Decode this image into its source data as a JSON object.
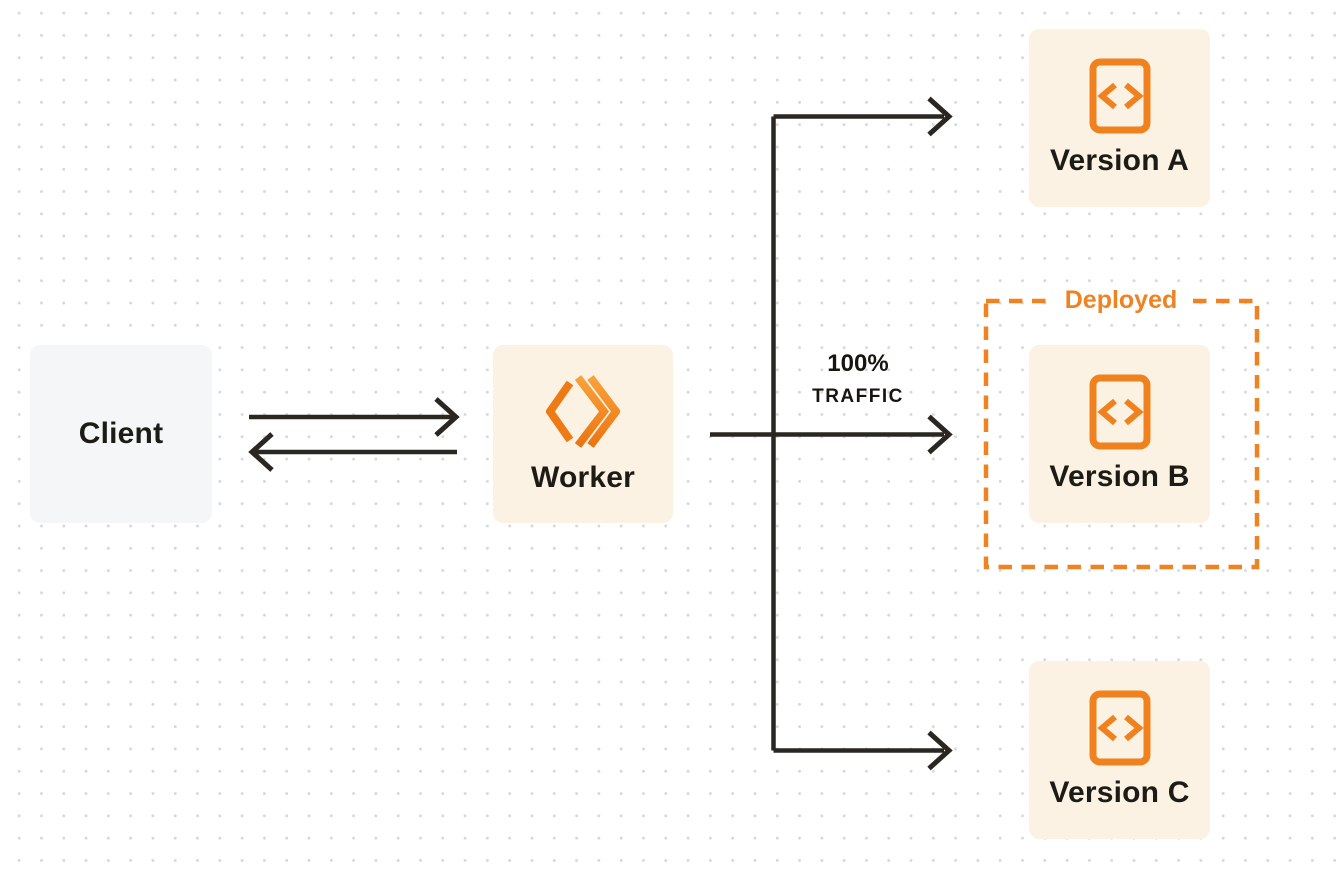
{
  "nodes": {
    "client": {
      "label": "Client"
    },
    "worker": {
      "label": "Worker"
    },
    "version_a": {
      "label": "Version A"
    },
    "version_b": {
      "label": "Version B"
    },
    "version_c": {
      "label": "Version C"
    }
  },
  "annotations": {
    "deployed": "Deployed",
    "traffic_percent": "100%",
    "traffic_word": "TRAFFIC"
  },
  "icons": {
    "worker_icon": "workers-double-chevron-icon",
    "version_icon": "code-document-icon"
  },
  "colors": {
    "accent_orange": "#f0811f",
    "dashed_orange": "#ef8221",
    "node_cream": "#fcf2e4",
    "client_gray": "#f5f6f7",
    "arrow_dark": "#2a2722",
    "text_dark": "#1d1b16",
    "dot_grid": "#d8d8db",
    "background": "#ffffff"
  }
}
